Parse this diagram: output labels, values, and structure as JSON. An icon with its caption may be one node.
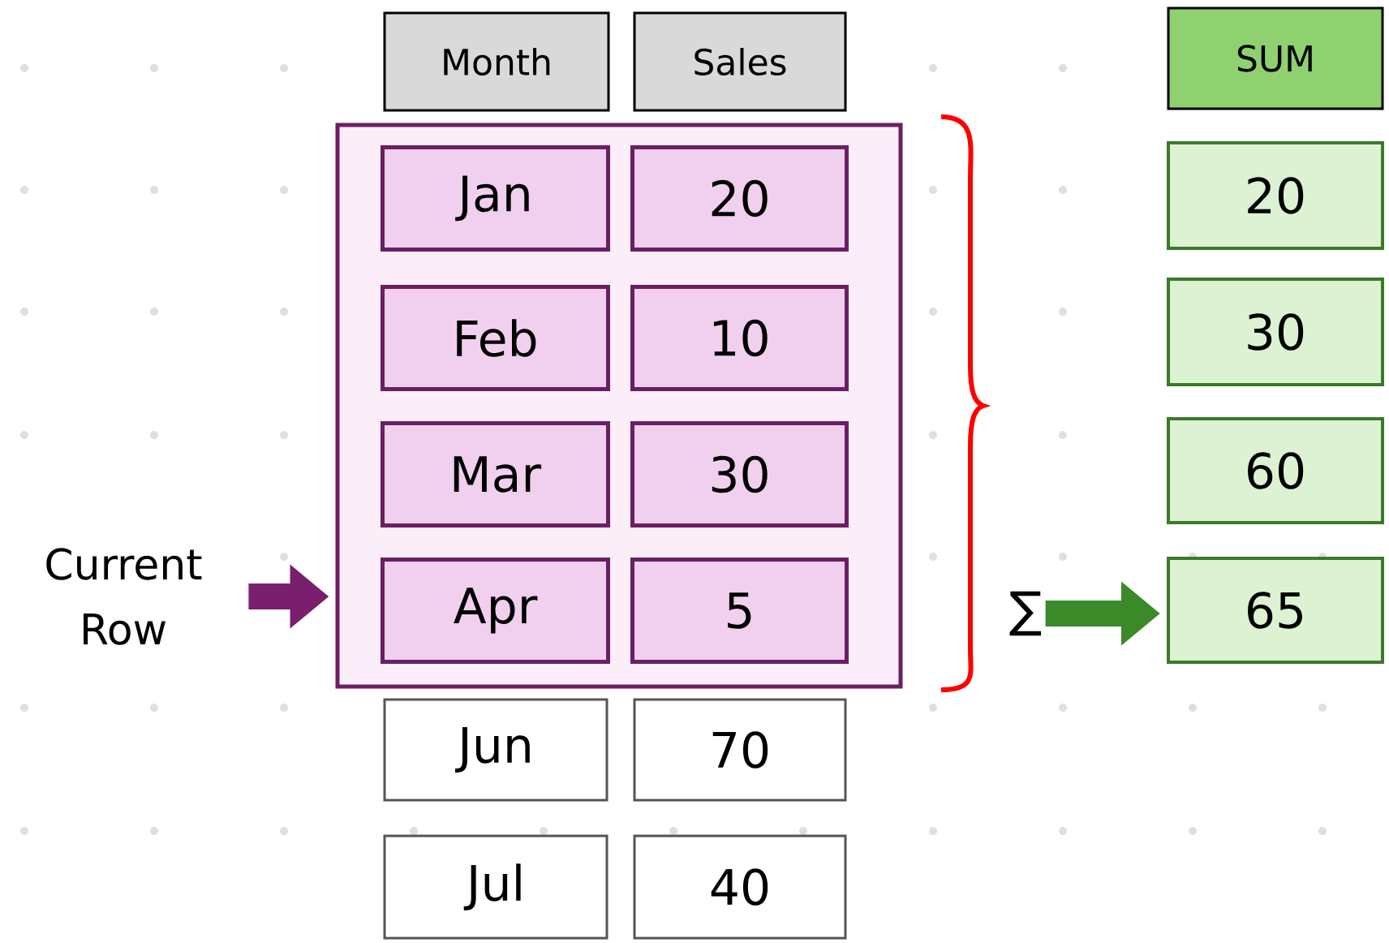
{
  "diagram": {
    "nodes": [
      {
        "text": [
          "Month"
        ]
      },
      {
        "text": [
          "Sales"
        ]
      },
      {
        "text": [
          "SUM"
        ]
      },
      {
        "text": [],
        "shape": "box"
      },
      {
        "text": [
          "Jan"
        ],
        "in": 3
      },
      {
        "text": [
          "20"
        ],
        "in": 3
      },
      {
        "text": [
          "Feb"
        ],
        "in": 3
      },
      {
        "text": [
          "10"
        ],
        "in": 3
      },
      {
        "text": [
          "Mar"
        ],
        "in": 3
      },
      {
        "text": [
          "30"
        ],
        "in": 3
      },
      {
        "text": [
          "Apr"
        ],
        "in": 3
      },
      {
        "text": [
          "5"
        ],
        "in": 3
      },
      {
        "text": [
          "Jun"
        ]
      },
      {
        "text": [
          "70"
        ]
      },
      {
        "text": [
          "Jul"
        ]
      },
      {
        "text": [
          "40"
        ]
      },
      {
        "text": [
          "20"
        ]
      },
      {
        "text": [
          "30"
        ]
      },
      {
        "text": [
          "60"
        ]
      },
      {
        "text": [
          "65"
        ]
      },
      {
        "text": [
          "Current Row"
        ]
      },
      {
        "text": [
          "∑"
        ]
      }
    ],
    "edges": [
      {
        "from": 20,
        "to": 3,
        "arrow": "to",
        "color": "#7a1f6e"
      },
      {
        "from": 21,
        "to": 19,
        "arrow": "to",
        "color": "#3a8a2a"
      }
    ]
  }
}
